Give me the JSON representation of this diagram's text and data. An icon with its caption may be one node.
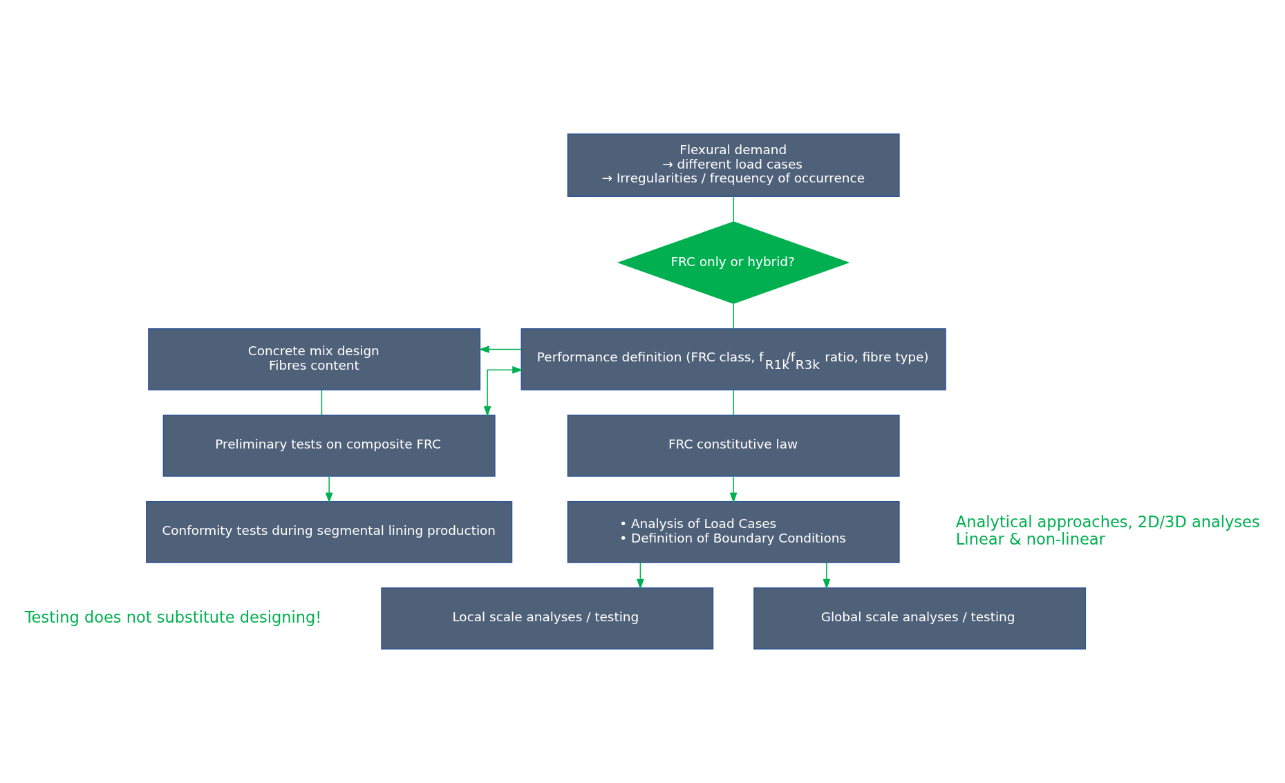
{
  "diagram": {
    "nodes": [
      {
        "text": [
          "Flexural demand",
          "→ different load cases",
          "→ Irregularities / frequency of occurrence"
        ]
      },
      {
        "text": [
          "FRC only or hybrid?"
        ]
      },
      {
        "text": [
          "Performance definition (FRC class, f$_{R1k}$/f$_{R3k}$ ratio, fibre type)"
        ]
      },
      {
        "text": [
          "Concrete mix design",
          "Fibres content"
        ]
      },
      {
        "text": [
          "Preliminary tests on composite FRC"
        ]
      },
      {
        "text": [
          "Conformity tests during segmental lining production"
        ]
      },
      {
        "text": [
          "FRC constitutive law"
        ]
      },
      {
        "text": [
          "• Analysis of Load Cases",
          "• Definition of Boundary Conditions"
        ],
        "beside": [
          "Analytical approaches, 2D/3D analyses",
          "Linear & non-linear"
        ]
      },
      {
        "text": [
          "Local scale analyses / testing"
        ],
        "beside": [
          "Testing does not substitute designing!"
        ]
      },
      {
        "text": [
          "Global scale analyses / testing"
        ]
      }
    ],
    "edges": [
      {
        "from": 0,
        "to": 1,
        "arrow": "none"
      },
      {
        "from": 1,
        "to": 2,
        "arrow": "none"
      },
      {
        "from": 2,
        "to": 3,
        "arrow": "to"
      },
      {
        "from": 4,
        "to": 2,
        "arrow": "both"
      },
      {
        "from": 3,
        "to": 4,
        "arrow": "none"
      },
      {
        "from": 4,
        "to": 5,
        "arrow": "to"
      },
      {
        "from": 2,
        "to": 6,
        "arrow": "none"
      },
      {
        "from": 6,
        "to": 7,
        "arrow": "to"
      },
      {
        "from": 7,
        "to": 8,
        "arrow": "to"
      },
      {
        "from": 7,
        "to": 9,
        "arrow": "to"
      }
    ]
  }
}
